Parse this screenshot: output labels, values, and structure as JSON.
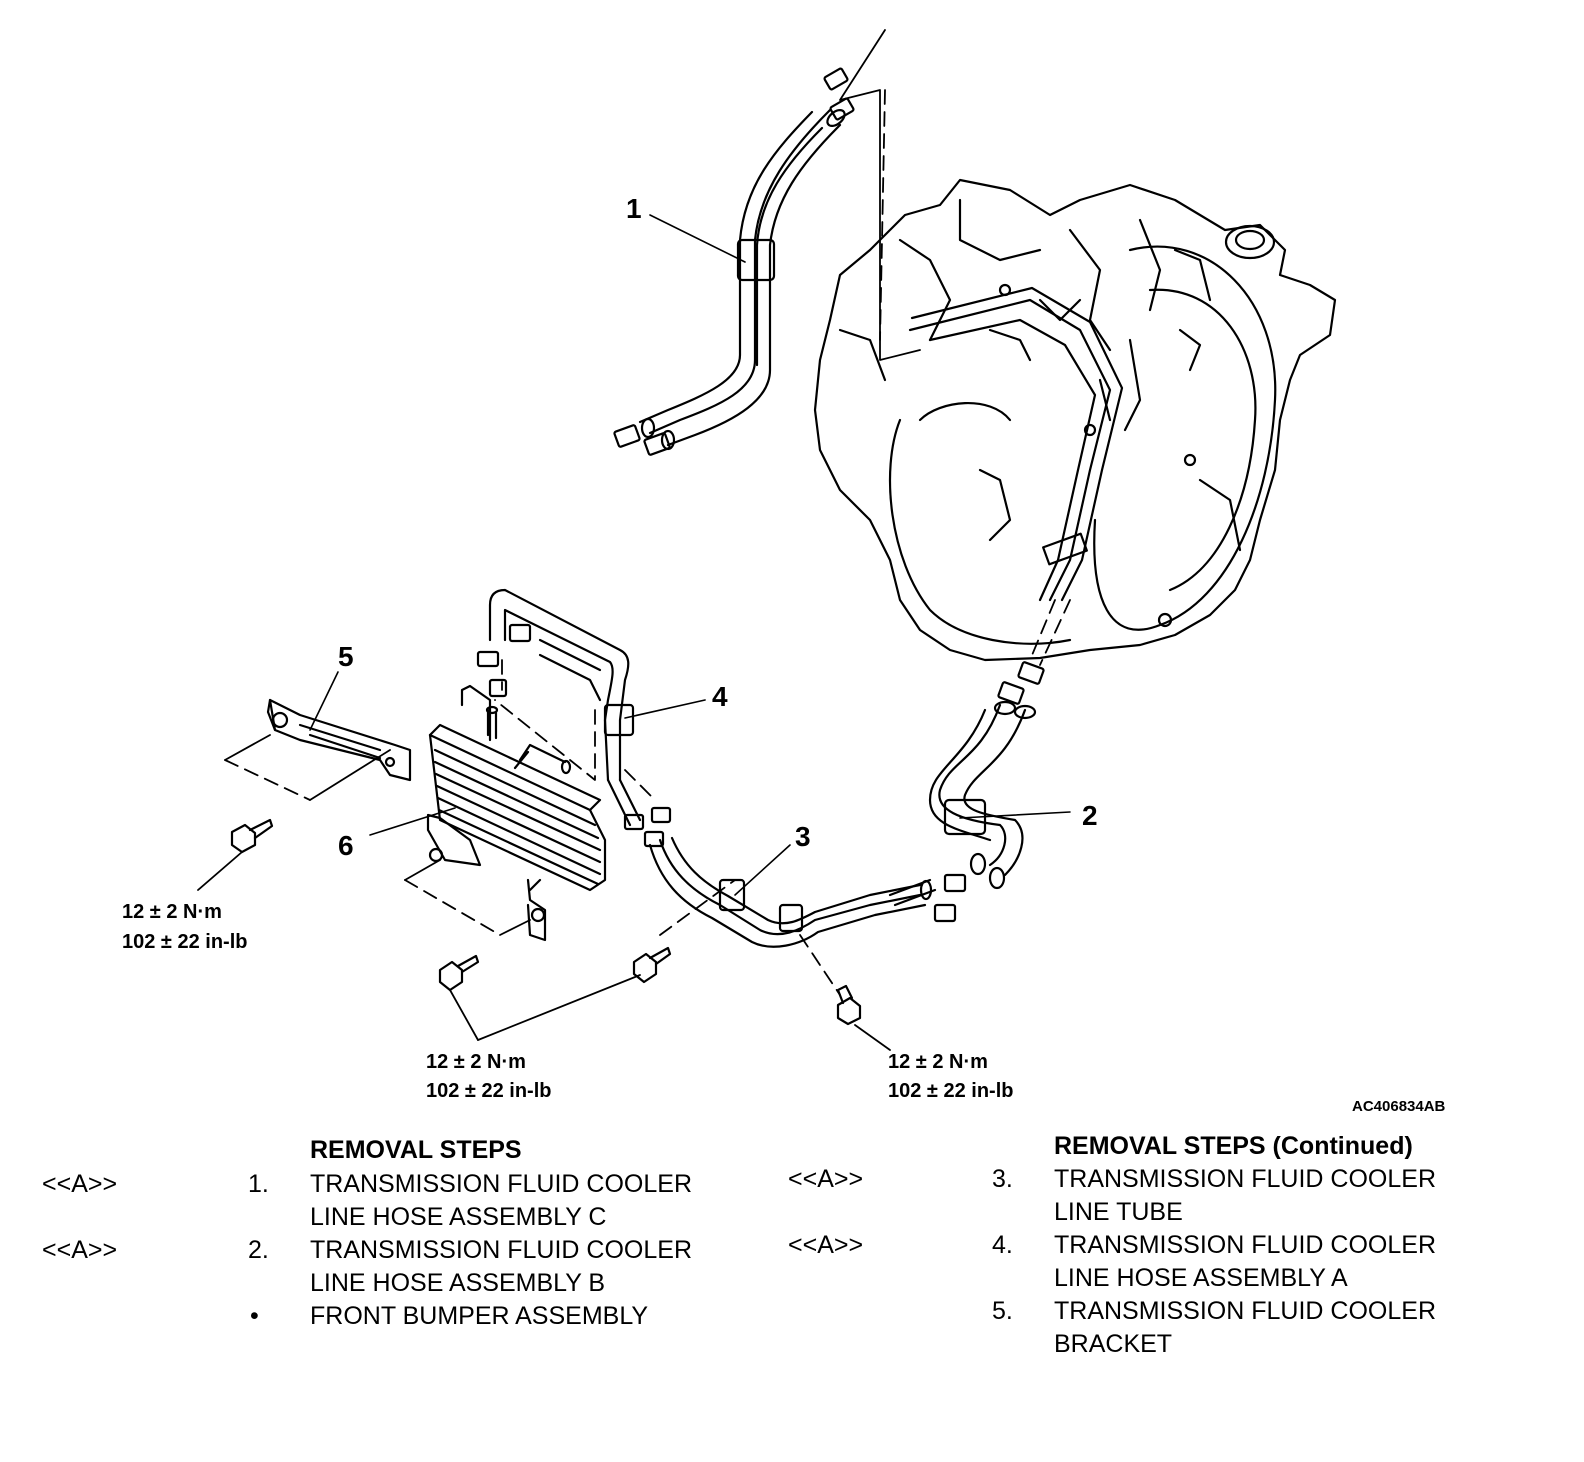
{
  "diagram": {
    "figure_id": "AC406834AB",
    "callouts": [
      "1",
      "2",
      "3",
      "4",
      "5",
      "6"
    ],
    "torque_specs": [
      {
        "metric": "12 ± 2 N·m",
        "imperial": "102 ± 22 in-lb"
      },
      {
        "metric": "12 ± 2 N·m",
        "imperial": "102 ± 22 in-lb"
      },
      {
        "metric": "12 ± 2 N·m",
        "imperial": "102 ± 22 in-lb"
      }
    ],
    "colors": {
      "line": "#000000",
      "background": "#ffffff"
    }
  },
  "removal_steps": {
    "left": {
      "title": "REMOVAL STEPS",
      "items": [
        {
          "ref": "<<A>>",
          "number": "1.",
          "lines": [
            "TRANSMISSION FLUID COOLER",
            "LINE HOSE ASSEMBLY C"
          ]
        },
        {
          "ref": "<<A>>",
          "number": "2.",
          "lines": [
            "TRANSMISSION FLUID COOLER",
            "LINE HOSE ASSEMBLY B"
          ]
        },
        {
          "ref": "",
          "number": "•",
          "lines": [
            "FRONT BUMPER ASSEMBLY"
          ]
        }
      ]
    },
    "right": {
      "title": "REMOVAL STEPS (Continued)",
      "items": [
        {
          "ref": "<<A>>",
          "number": "3.",
          "lines": [
            "TRANSMISSION FLUID COOLER",
            "LINE TUBE"
          ]
        },
        {
          "ref": "<<A>>",
          "number": "4.",
          "lines": [
            "TRANSMISSION FLUID COOLER",
            "LINE HOSE ASSEMBLY A"
          ]
        },
        {
          "ref": "",
          "number": "5.",
          "lines": [
            "TRANSMISSION FLUID COOLER",
            "BRACKET"
          ]
        }
      ]
    }
  }
}
